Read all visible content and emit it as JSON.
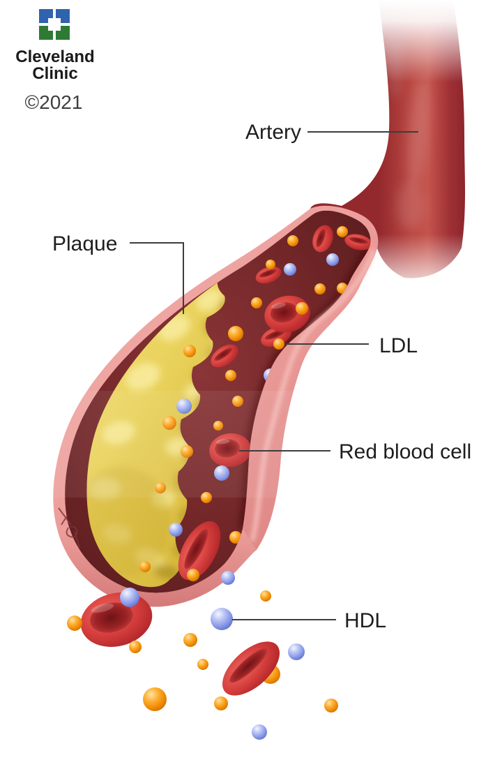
{
  "title": "Artery with plaque, LDL, HDL and red blood cells",
  "logo": {
    "line1": "Cleveland",
    "line2": "Clinic",
    "copyright": "©2021",
    "blue": "#2f63ae",
    "green": "#2e7a35"
  },
  "annotations": {
    "artery": "Artery",
    "plaque": "Plaque",
    "ldl": "LDL",
    "red_blood_cell": "Red blood cell",
    "hdl": "HDL"
  },
  "colors": {
    "artery_red": "#b8453f",
    "wall_pink": "#eda09d",
    "lumen_maroon": "#722628",
    "plaque_yellow": "#e9d25c",
    "ldl_orange": "#f59a10",
    "hdl_blue": "#8495e5",
    "rbc_red": "#c0322f",
    "label_text": "#1e1e1e",
    "leader_line": "#3d3d3d",
    "background": "#ffffff"
  },
  "particles": {
    "lumen_rbc": [
      [
        514,
        347,
        20,
        11,
        12,
        "edge"
      ],
      [
        463,
        342,
        20,
        14,
        -70,
        "edge"
      ],
      [
        385,
        394,
        19,
        11,
        -20,
        "edge"
      ],
      [
        396,
        482,
        23,
        13,
        -22,
        "edge"
      ],
      [
        412,
        450,
        33,
        26,
        -12,
        "face"
      ],
      [
        322,
        510,
        22,
        13,
        -34,
        "edge"
      ],
      [
        330,
        645,
        30,
        24,
        -6,
        "face"
      ],
      [
        286,
        789,
        46,
        24,
        -62,
        "edge"
      ]
    ],
    "lumen_hdl_back": [
      [
        197,
        742,
        11
      ]
    ],
    "lumen_hdl": [
      [
        416,
        386,
        9
      ],
      [
        477,
        372,
        9
      ],
      [
        388,
        538,
        10
      ],
      [
        264,
        582,
        11
      ],
      [
        318,
        678,
        11
      ],
      [
        252,
        759,
        10
      ]
    ],
    "lumen_ldl": [
      [
        420,
        345,
        8
      ],
      [
        491,
        332,
        8
      ],
      [
        388,
        379,
        7
      ],
      [
        368,
        434,
        8
      ],
      [
        459,
        414,
        8
      ],
      [
        491,
        413,
        8
      ],
      [
        433,
        442,
        9
      ],
      [
        338,
        478,
        11
      ],
      [
        400,
        493,
        8
      ],
      [
        272,
        503,
        9
      ],
      [
        331,
        538,
        8
      ],
      [
        341,
        575,
        8
      ],
      [
        243,
        606,
        10
      ],
      [
        313,
        610,
        7
      ],
      [
        268,
        647,
        9
      ],
      [
        230,
        699,
        8
      ],
      [
        296,
        713,
        8
      ],
      [
        338,
        770,
        9
      ],
      [
        208,
        812,
        8
      ]
    ],
    "spill_back_ldl": [
      [
        388,
        966,
        14
      ]
    ],
    "spill_rbc": [
      [
        167,
        888,
        52,
        38,
        -14,
        "face"
      ],
      [
        360,
        958,
        50,
        26,
        -42,
        "edge"
      ]
    ],
    "spill_hdl": [
      [
        327,
        828,
        10
      ],
      [
        186,
        856,
        14
      ],
      [
        318,
        887,
        16
      ],
      [
        425,
        934,
        12
      ],
      [
        372,
        1049,
        11
      ]
    ],
    "spill_ldl": [
      [
        277,
        824,
        9
      ],
      [
        381,
        854,
        8
      ],
      [
        107,
        893,
        11
      ],
      [
        194,
        927,
        9
      ],
      [
        273,
        917,
        10
      ],
      [
        291,
        952,
        8
      ],
      [
        222,
        1002,
        17
      ],
      [
        317,
        1008,
        10
      ],
      [
        475,
        1011,
        10
      ]
    ]
  }
}
